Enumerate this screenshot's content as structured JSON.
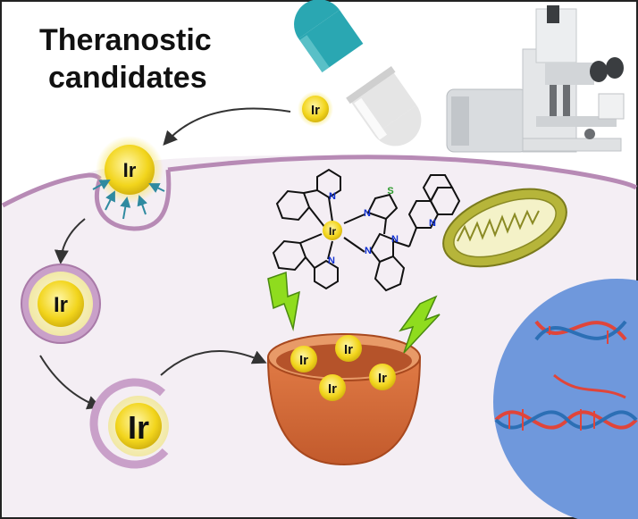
{
  "title": {
    "line1": "Theranostic",
    "line2": "candidates"
  },
  "ir_label": "Ir",
  "structure": {
    "metal": "Ir",
    "n": "N",
    "s": "S"
  },
  "colors": {
    "cytoplasm": "#f4eef4",
    "membrane": "#b78ab5",
    "nucleus": "#6f98dc",
    "ir_gold": "#f2d51c",
    "lysosome": "#d2693a",
    "mitochondria": "#b6b53a",
    "lightning": "#8fdc1e",
    "capsule_teal": "#2aa7b2",
    "dna_red": "#e0453a",
    "dna_blue": "#2c6fb5",
    "nitrogen": "#1030d0",
    "sulfur": "#2a9a2a"
  },
  "icons": [
    "capsule-icon",
    "microscope-icon",
    "mitochondrion-icon",
    "dna-icon",
    "lightning-icon",
    "lysosome-icon"
  ]
}
